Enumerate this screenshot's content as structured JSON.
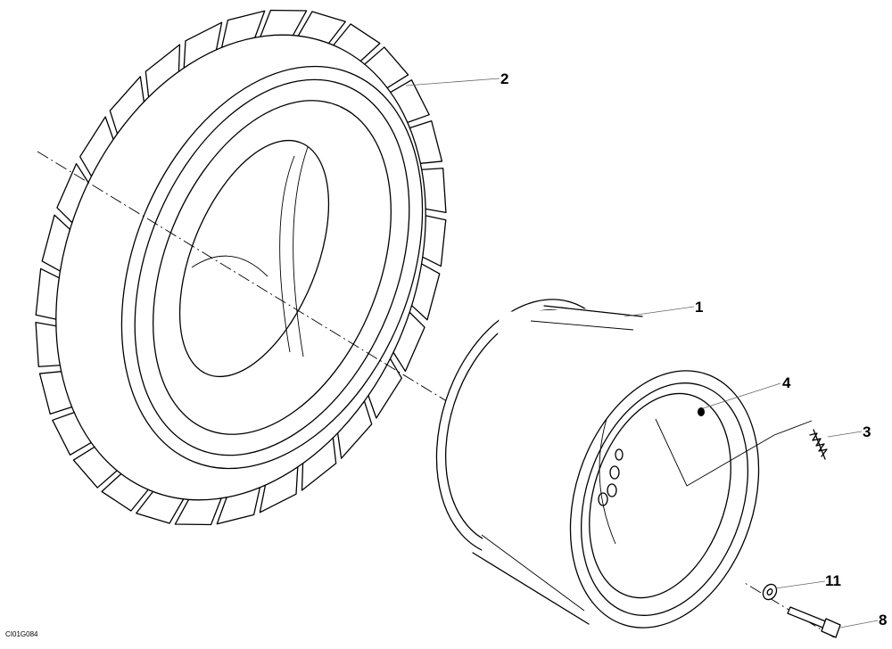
{
  "diagram": {
    "drawing_id": "CI01G084",
    "callouts": [
      {
        "id": "rim",
        "label": "1",
        "part": "rim"
      },
      {
        "id": "tyre",
        "label": "2",
        "part": "tyre"
      },
      {
        "id": "valve",
        "label": "3",
        "part": "valve"
      },
      {
        "id": "valve-hole",
        "label": "4",
        "part": "valve hole"
      },
      {
        "id": "washer",
        "label": "11",
        "part": "washer"
      },
      {
        "id": "bolt",
        "label": "8",
        "part": "bolt"
      }
    ]
  },
  "colors": {
    "line": "#000000",
    "leader": "#666666",
    "background": "#ffffff"
  }
}
